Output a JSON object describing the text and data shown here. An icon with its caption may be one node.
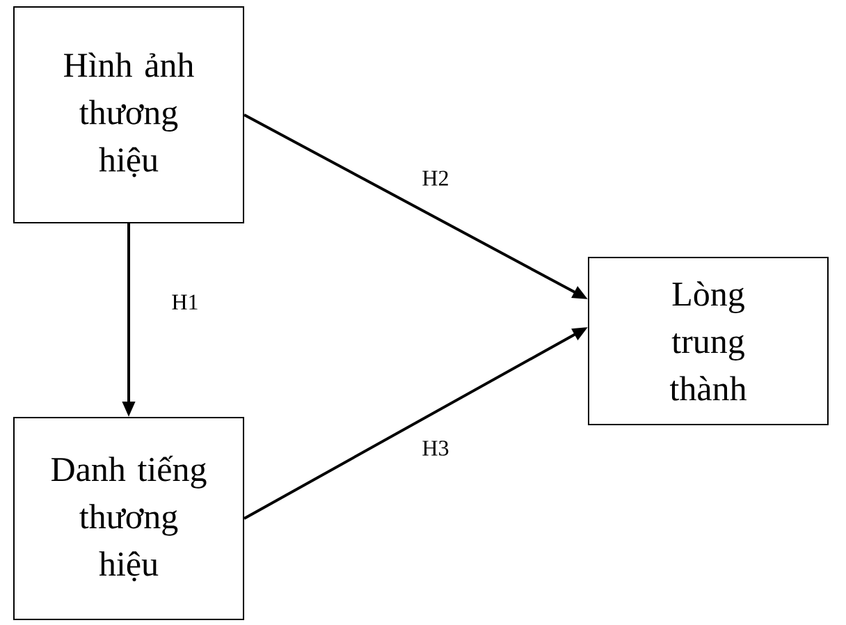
{
  "diagram": {
    "nodes": [
      {
        "text": [
          "Hình ảnh thương hiệu"
        ]
      },
      {
        "text": [
          "Danh tiếng thương hiệu"
        ]
      },
      {
        "text": [
          "Lòng trung thành"
        ]
      }
    ],
    "edges": [
      {
        "from": 0,
        "to": 1,
        "arrow": "to",
        "label": "H1"
      },
      {
        "from": 0,
        "to": 2,
        "arrow": "to",
        "label": "H2"
      },
      {
        "from": 1,
        "to": 2,
        "arrow": "to",
        "label": "H3"
      }
    ]
  }
}
